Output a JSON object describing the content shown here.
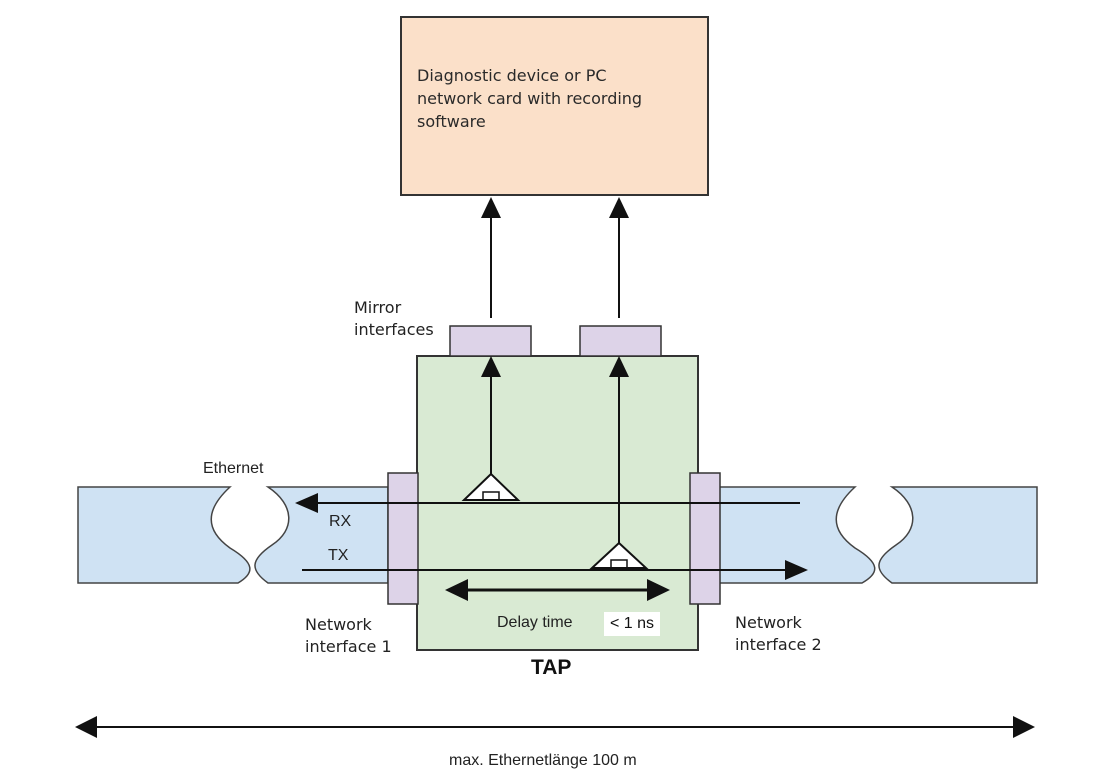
{
  "diagnostic_box": {
    "line1": "Diagnostic device or PC",
    "line2": "network card with recording",
    "line3": "software"
  },
  "labels": {
    "mirror_line1": "Mirror",
    "mirror_line2": "interfaces",
    "ethernet": "Ethernet",
    "rx": "RX",
    "tx": "TX",
    "net_if1_line1": "Network",
    "net_if1_line2": "interface 1",
    "net_if2_line1": "Network",
    "net_if2_line2": "interface 2",
    "delay_time": "Delay time",
    "delay_value": "< 1 ns",
    "tap": "TAP",
    "max_length": "max. Ethernetlänge 100 m"
  },
  "colors": {
    "diagnostic_fill": "#fbe0c9",
    "tap_fill": "#d9ead3",
    "port_fill": "#ddd3e8",
    "cable_fill": "#cfe2f3",
    "stroke": "#222222"
  }
}
